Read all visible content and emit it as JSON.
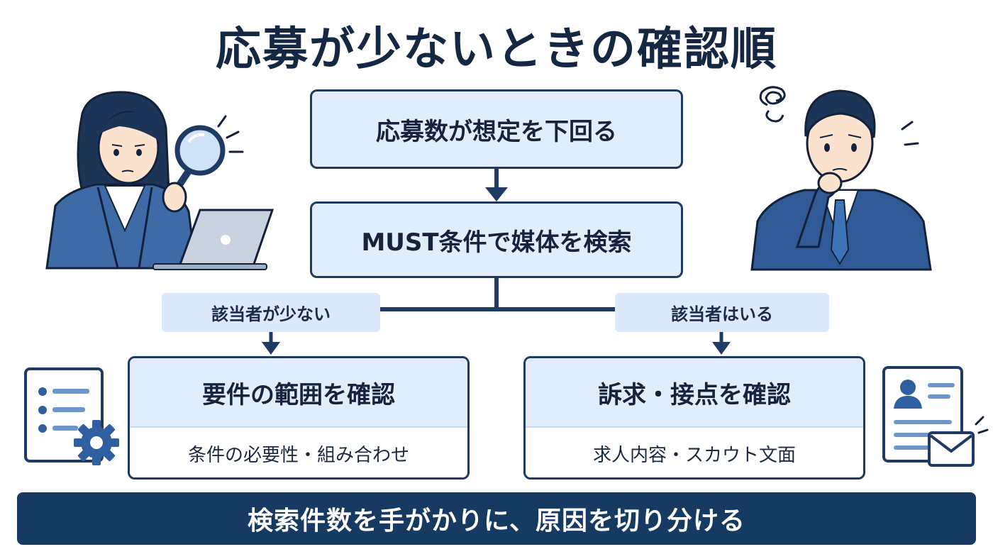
{
  "title": "応募が少ないときの確認順",
  "flow": {
    "step1": "応募数が想定を下回る",
    "step2": "MUST条件で媒体を検索"
  },
  "branches": {
    "left": {
      "condition": "該当者が少ない",
      "heading": "要件の範囲を確認",
      "detail": "条件の必要性・組み合わせ"
    },
    "right": {
      "condition": "該当者はいる",
      "heading": "訴求・接点を確認",
      "detail": "求人内容・スカウト文面"
    }
  },
  "footer": "検索件数を手がかりに、原因を切り分ける",
  "colors": {
    "navy": "#173a63",
    "box_fill": "#e1edfb",
    "accent_blue": "#3f73b8"
  },
  "icons": [
    "woman-with-magnifier-illustration",
    "worried-man-illustration",
    "settings-document-icon",
    "profile-document-mail-icon"
  ]
}
